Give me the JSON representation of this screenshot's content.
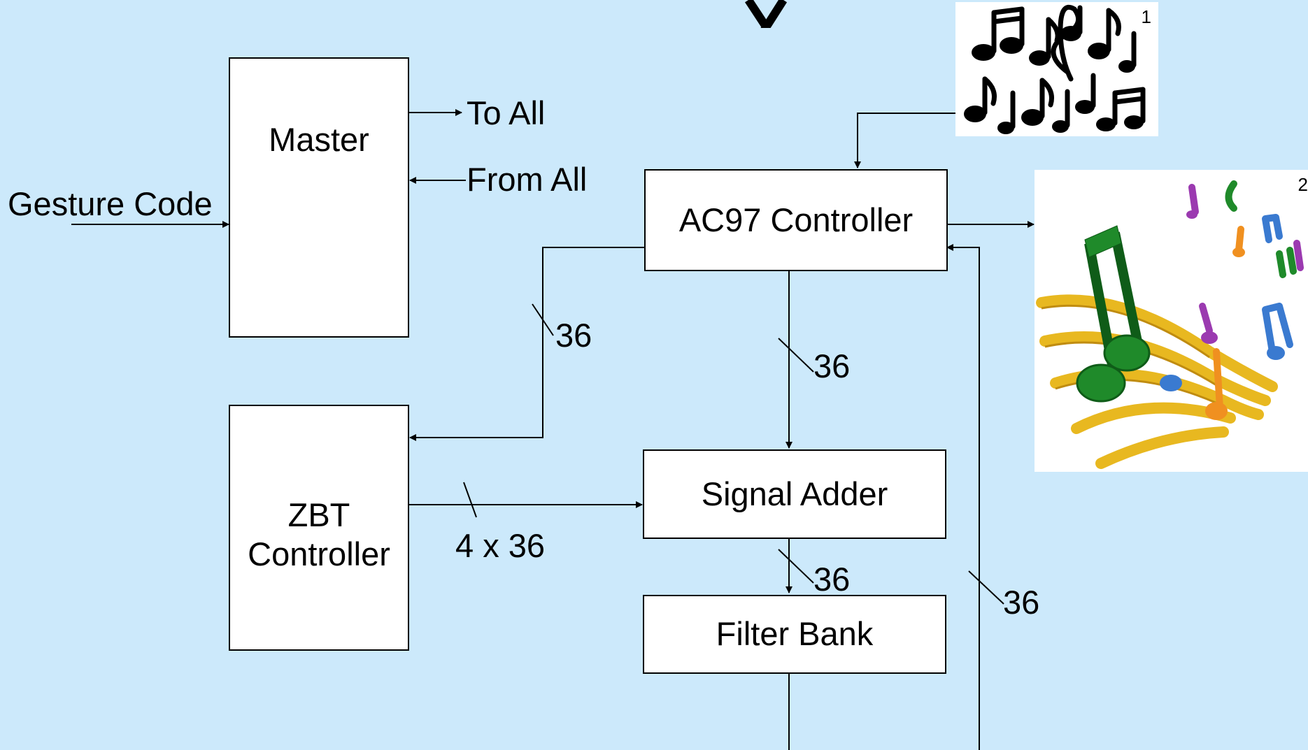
{
  "diagram": {
    "blocks": {
      "master": "Master",
      "zbt": [
        "ZBT",
        "Controller"
      ],
      "ac97": "AC97 Controller",
      "adder": "Signal Adder",
      "filter": "Filter Bank"
    },
    "labels": {
      "gesture": "Gesture Code",
      "to_all": "To All",
      "from_all": "From All",
      "bus_master_zbt": "36",
      "bus_ac97_adder": "36",
      "bus_zbt_adder": "4 x 36",
      "bus_adder_filter": "36",
      "bus_feedback": "36"
    },
    "images": {
      "tag_1": "1",
      "tag_2": "2"
    }
  }
}
